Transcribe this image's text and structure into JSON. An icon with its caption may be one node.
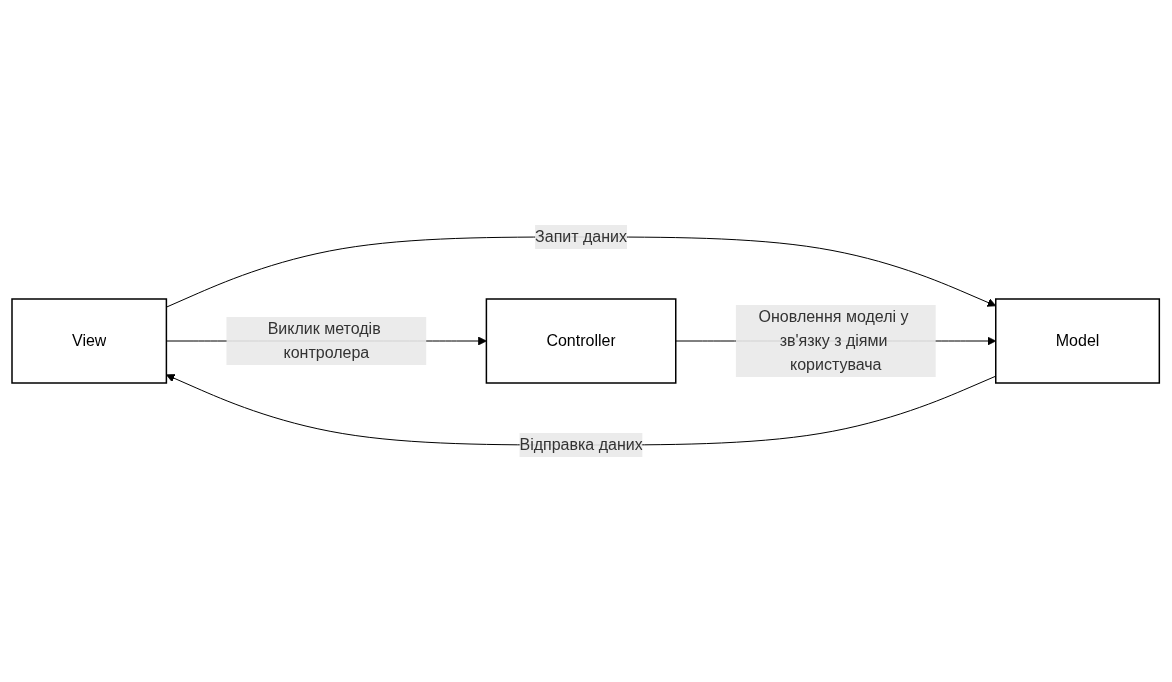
{
  "diagram": {
    "nodes": [
      {
        "text": [
          "View"
        ]
      },
      {
        "text": [
          "Model"
        ]
      },
      {
        "text": [
          "Controller"
        ]
      }
    ],
    "edges": [
      {
        "from": 0,
        "to": 1,
        "arrow": "to",
        "label": "Запит даних"
      },
      {
        "from": 1,
        "to": 0,
        "arrow": "to",
        "label": "Відправка даних"
      },
      {
        "from": 0,
        "to": 2,
        "arrow": "to",
        "label": "Виклик методів контролера"
      },
      {
        "from": 2,
        "to": 1,
        "arrow": "to",
        "label": "Оновлення моделі у зв'язку з діями користувача"
      }
    ]
  }
}
